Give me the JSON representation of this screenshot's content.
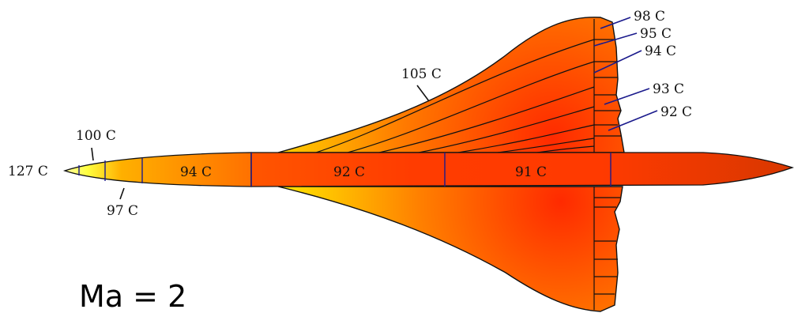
{
  "flight": {
    "mach_label": "Ma = 2"
  },
  "labels": {
    "nose_tip": "127 C",
    "nose_upper": "100 C",
    "nose_lower": "97 C",
    "fuselage_front": "94 C",
    "fuselage_mid": "92 C",
    "fuselage_rear": "91 C",
    "wing_leading_edge": "105 C",
    "wing_band_1": "98 C",
    "wing_band_2": "95 C",
    "wing_band_3": "94 C",
    "wing_band_4": "93 C",
    "wing_band_5": "92 C"
  },
  "colors": {
    "hot_yellow": "#ffff33",
    "warm_orange": "#ffa500",
    "hot_red": "#ff3c00",
    "tail_red": "#e03a00",
    "outline": "#111111",
    "leader_blue": "#1a1a8c"
  }
}
